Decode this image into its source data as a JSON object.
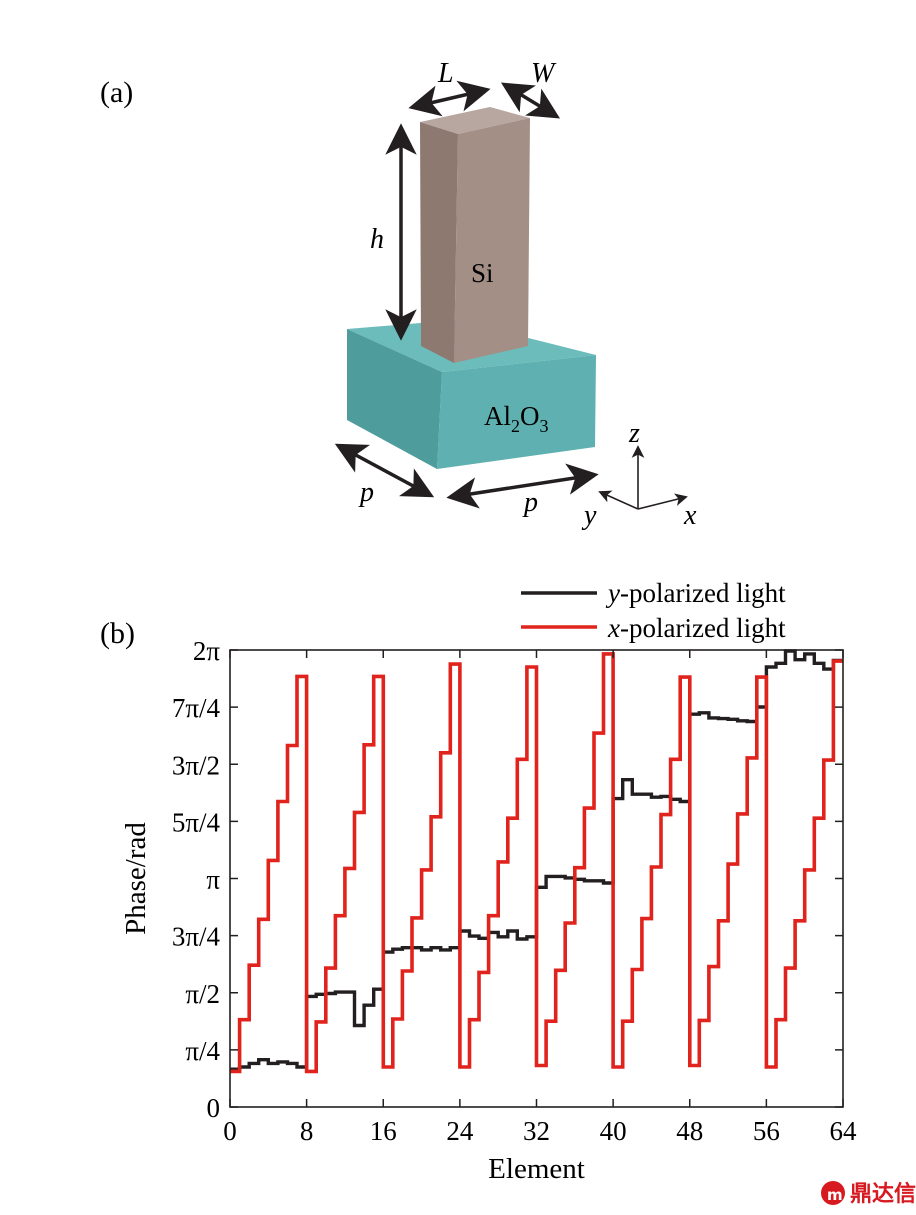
{
  "panel_a": {
    "label": "(a)",
    "dim_L": "L",
    "dim_W": "W",
    "dim_h": "h",
    "dim_p1": "p",
    "dim_p2": "p",
    "pillar_material": "Si",
    "substrate_material_parts": [
      "Al",
      "2",
      "O",
      "3"
    ],
    "axes": {
      "z": "z",
      "y": "y",
      "x": "x"
    },
    "colors": {
      "pillar_front": "#a48f86",
      "pillar_side": "#8b766d",
      "pillar_top": "#b6a59e",
      "substrate_front": "#5fb0b0",
      "substrate_side": "#4e9797",
      "substrate_top": "#6dbcbc"
    }
  },
  "panel_b": {
    "label": "(b)"
  },
  "chart_data": {
    "type": "line",
    "xlabel": "Element",
    "ylabel": "Phase/rad",
    "xlim": [
      0,
      64
    ],
    "ylim": [
      0,
      6.2832
    ],
    "x_ticks": [
      0,
      8,
      16,
      24,
      32,
      40,
      48,
      56,
      64
    ],
    "y_ticks": [
      {
        "value": 0,
        "label": "0"
      },
      {
        "value": 0.7854,
        "label": "π/4"
      },
      {
        "value": 1.5708,
        "label": "π/2"
      },
      {
        "value": 2.3562,
        "label": "3π/4"
      },
      {
        "value": 3.1416,
        "label": "π"
      },
      {
        "value": 3.927,
        "label": "5π/4"
      },
      {
        "value": 4.7124,
        "label": "3π/2"
      },
      {
        "value": 5.4978,
        "label": "7π/4"
      },
      {
        "value": 6.2832,
        "label": "2π"
      }
    ],
    "legend_position": "top-right",
    "series": [
      {
        "name": "y-polarized light",
        "color": "#231f20",
        "x": [
          1,
          2,
          3,
          4,
          5,
          6,
          7,
          8,
          9,
          10,
          11,
          12,
          13,
          14,
          15,
          16,
          17,
          18,
          19,
          20,
          21,
          22,
          23,
          24,
          25,
          26,
          27,
          28,
          29,
          30,
          31,
          32,
          33,
          34,
          35,
          36,
          37,
          38,
          39,
          40,
          41,
          42,
          43,
          44,
          45,
          46,
          47,
          48,
          49,
          50,
          51,
          52,
          53,
          54,
          55,
          56,
          57,
          58,
          59,
          60,
          61,
          62,
          63,
          64
        ],
        "values": [
          0.52,
          0.55,
          0.6,
          0.65,
          0.6,
          0.62,
          0.6,
          0.55,
          1.52,
          1.55,
          1.56,
          1.58,
          1.58,
          1.12,
          1.4,
          1.62,
          2.13,
          2.17,
          2.19,
          2.19,
          2.16,
          2.19,
          2.16,
          2.19,
          2.42,
          2.35,
          2.32,
          2.4,
          2.34,
          2.42,
          2.31,
          2.34,
          3.02,
          3.17,
          3.17,
          3.15,
          3.13,
          3.11,
          3.11,
          3.08,
          4.24,
          4.5,
          4.3,
          4.3,
          4.26,
          4.27,
          4.23,
          4.2,
          5.4,
          5.42,
          5.35,
          5.34,
          5.33,
          5.31,
          5.3,
          5.5,
          6.05,
          6.1,
          6.27,
          6.15,
          6.23,
          6.1,
          6.02,
          6.14
        ]
      },
      {
        "name": "x-polarized light",
        "color": "#e0231c",
        "x": [
          1,
          2,
          3,
          4,
          5,
          6,
          7,
          8,
          9,
          10,
          11,
          12,
          13,
          14,
          15,
          16,
          17,
          18,
          19,
          20,
          21,
          22,
          23,
          24,
          25,
          26,
          27,
          28,
          29,
          30,
          31,
          32,
          33,
          34,
          35,
          36,
          37,
          38,
          39,
          40,
          41,
          42,
          43,
          44,
          45,
          46,
          47,
          48,
          49,
          50,
          51,
          52,
          53,
          54,
          55,
          56,
          57,
          58,
          59,
          60,
          61,
          62,
          63,
          64
        ],
        "values": [
          0.49,
          1.2,
          1.95,
          2.58,
          3.39,
          4.2,
          4.97,
          5.92,
          0.49,
          1.17,
          1.91,
          2.63,
          3.28,
          4.05,
          4.98,
          5.92,
          0.55,
          1.21,
          1.87,
          2.6,
          3.26,
          3.99,
          4.87,
          6.09,
          0.55,
          1.2,
          1.85,
          2.63,
          3.37,
          3.97,
          4.78,
          6.05,
          0.57,
          1.18,
          1.88,
          2.53,
          3.29,
          4.11,
          5.14,
          6.23,
          0.55,
          1.18,
          1.89,
          2.59,
          3.3,
          4.02,
          4.78,
          5.91,
          0.57,
          1.19,
          1.93,
          2.56,
          3.34,
          4.03,
          4.8,
          5.91,
          0.55,
          1.2,
          1.91,
          2.56,
          3.26,
          3.97,
          4.77,
          6.13
        ]
      }
    ]
  },
  "watermark": "鼎达信"
}
